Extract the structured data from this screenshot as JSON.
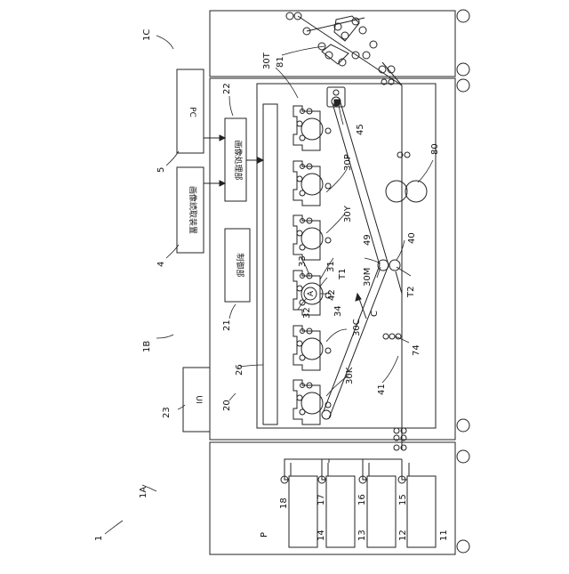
{
  "figure": {
    "ref_1": "1",
    "ref_1A": "1A",
    "ref_1B": "1B",
    "ref_1C": "1C",
    "ref_4": "4",
    "ref_5": "5",
    "ref_11": "11",
    "ref_12": "12",
    "ref_13": "13",
    "ref_14": "14",
    "ref_15": "15",
    "ref_16": "16",
    "ref_17": "17",
    "ref_18": "18",
    "ref_20": "20",
    "ref_21": "21",
    "ref_22": "22",
    "ref_23": "23",
    "ref_26": "26",
    "ref_30K": "30K",
    "ref_30C": "30C",
    "ref_30M": "30M",
    "ref_30Y": "30Y",
    "ref_30P": "30P",
    "ref_30T": "30T",
    "ref_31": "31",
    "ref_32": "32",
    "ref_33": "33",
    "ref_34": "34",
    "ref_40": "40",
    "ref_41": "41",
    "ref_42": "42",
    "ref_45": "45",
    "ref_49": "49",
    "ref_74": "74",
    "ref_80": "80",
    "ref_81": "81",
    "ref_P": "P",
    "ref_C": "C",
    "ref_T1": "T1",
    "ref_T2": "T2",
    "ref_A": "A"
  },
  "boxes": {
    "pc": "PC",
    "image_reader": "画像読取装置",
    "image_processor": "画像処理部",
    "controller": "制御部",
    "ui": "UI"
  }
}
